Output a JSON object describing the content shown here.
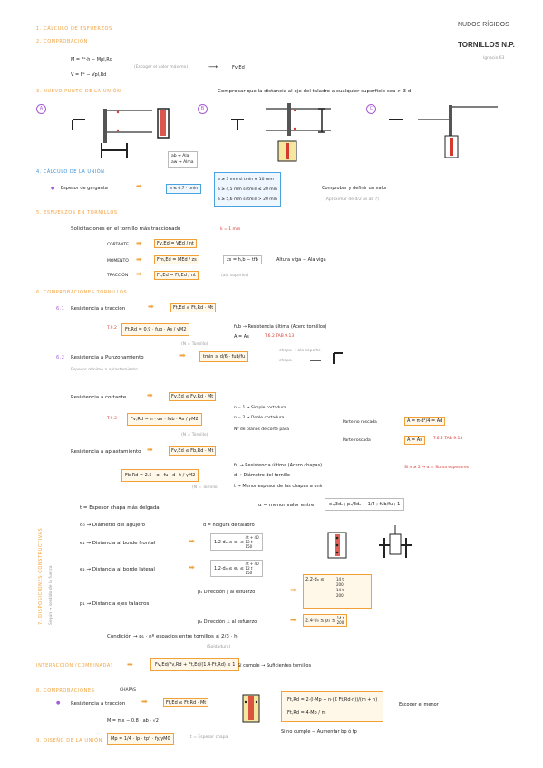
{
  "header": {
    "topic": "NUDOS RÍGIDOS",
    "title": "TORNILLOS N.P.",
    "note": "Ignacio  63"
  },
  "s1": {
    "heading": "1. CÁLCULO DE ESFUERZOS"
  },
  "s2": {
    "heading": "2. COMPROBACIÓN",
    "line1": "M = Fᵉ·h − Mpl,Rd",
    "line2": "V = Fᵉ − Vpl,Rd",
    "hint": "(Escoger el valor máximo)",
    "result": "Fv,Ed"
  },
  "s3": {
    "heading": "3. NUEVO PUNTO DE LA UNIÓN",
    "statement": "Comprobar que la distancia al eje del taladro a cualquier superficie sea > 3 d",
    "options": [
      "A",
      "B",
      "C"
    ],
    "hole_note": [
      "ab → Ala",
      "aw → Alma"
    ]
  },
  "s4": {
    "heading": "4. CÁLCULO DE LA UNIÓN",
    "item_label": "Espesor de garganta",
    "item_box": "a ≤ 0.7 · tmin",
    "rules": [
      "a ≥ 3 mm   si   tmin ≤ 10 mm",
      "a ≥ 4,5 mm  si   tmin ≤ 20 mm",
      "a ≥ 5,6 mm  si   tmin > 20 mm"
    ],
    "note1": "Comprobar y definir un valor",
    "note2": "(Aproximar  de  d/2  as  ab ?)"
  },
  "s5": {
    "heading": "5. ESFUERZOS EN TORNILLOS",
    "statement": "Solicitaciones en el tornillo más traccionado",
    "statement_red": "k = 1 mm",
    "rows": [
      {
        "label": "CORTANTE",
        "formula": "Fv,Ed = VEd / nt"
      },
      {
        "label": "MOMENTO",
        "formula": "Fm,Ed = MEd / zs"
      },
      {
        "label": "TRACCIÓN",
        "formula": "Ft,Ed = Ft,Ed / nt"
      }
    ],
    "z_box": "zs = h,b − tfb",
    "z_note": "Altura viga − Ala viga",
    "z_hint": "(ala superior)"
  },
  "s6": {
    "heading": "6. COMPROBACIONES TORNILLOS",
    "c1": {
      "num": "6.1",
      "label": "Resistencia a tracción",
      "box": "Ft,Ed ≤ Ft,Rd · Mt"
    },
    "tab1": "T.9.2",
    "ft_rd": "Ft,Rd = 0.9 · fub · As / γM2",
    "ft_note1": "fub → Resistencia última (Acero tornillos)",
    "ft_note2": "A = As",
    "ft_note2_red": "T.6.2  TAB 9.13",
    "ft_hint": "(N = Tornillo)",
    "c2": {
      "num": "6.2",
      "label": "Resistencia a Punzonamiento",
      "box": "tmin ≥ d/6 · fub/fu"
    },
    "punz_note": "Espesor mínimo a aplastamiento",
    "chapa_note": [
      "chapa → ala soporte",
      "chapa"
    ],
    "c3": {
      "label": "Resistencia a cortante",
      "box": "Fv,Ed ≤ Fv,Rd · Mt"
    },
    "tab3": "T.9.3",
    "fv_rd": "Fv,Rd = n · αv · fub · As / γM2",
    "fv_hint": "(N = Tornillo)",
    "fv_notes": [
      "n = 1 → Simple cortadura",
      "n = 2 → Doble cortadura",
      "Nº de planos de corte pasa"
    ],
    "fv_cases": [
      {
        "label": "Parte no roscada",
        "box": "A = π·d²/4 = Ad"
      },
      {
        "label": "Parte roscada",
        "box": "A = As",
        "red": "T.6.2  TAB 9.13"
      }
    ],
    "c4": {
      "label": "Resistencia a aplastamiento",
      "box": "Fv,Ed ≤ Fb,Rd · Mt"
    },
    "fb_rd": "Fb,Rd = 2.5 · α · fu · d · t / γM2",
    "fb_hint": "(N = Tornillo)",
    "fb_notes": [
      "fu → Resistencia última (Acero chapas)",
      "d → Diámetro del tornillo",
      "t → Menor espesor de las chapas a unir"
    ],
    "fb_red": "Si n ≥ 2 → α = Suma espesores"
  },
  "s7": {
    "side_heading": "7. DISPOSICIONES CONSTRUCTIVAS",
    "side_sub": "Según → sentido de la fuerza",
    "t_line": "t = Espesor chapa más delgada",
    "alpha_line": "α = menor valor entre",
    "alpha_box": "e₁/3d₀ ; p₁/3d₀ − 1/4 ; fub/fu ; 1",
    "d0_line": "d₀ → Diámetro del agujero",
    "d0_res": "d = holgura de taladro",
    "e1_line": "e₁ → Distancia al borde frontal",
    "e1_box": "1.2·d₀ ≤ e₁ ≤",
    "e1_rules": [
      "4t + 40",
      "12 t",
      "150"
    ],
    "e2_line": "e₂ → Distancia al borde lateral",
    "e2_box": "1.2·d₀ ≤ e₂ ≤",
    "e2_rules": [
      "4t + 40",
      "12 t",
      "150"
    ],
    "p_line": "p₁ → Distancia ejes taladros",
    "p_dir1": "p₁ Dirección ∥ al esfuerzo",
    "p_dir2": "p₂ Dirección ⊥ al esfuerzo",
    "p1_box": "2.2·d₀ ≤",
    "p1_rules": [
      "14 t",
      "200",
      "14 t",
      "200"
    ],
    "p2_box": "2.4·d₀ ≤ p₂ ≤",
    "p2_rules": [
      "14 t",
      "200"
    ],
    "cond": "Condición → p₁ · nº espacios entre tornillos ≤ 2/3 · h",
    "cond_hint": "(Soldadura)"
  },
  "s8": {
    "heading": "INTERACCIÓN (COMBINADA)",
    "box": "Fv,Ed/Fv,Rd + Ft,Ed/(1.4·Ft,Rd) ≤ 1",
    "result": "Si cumple → Suficientes tornillos"
  },
  "s9": {
    "heading": "8. COMPROBACIONES",
    "heading_tail": "CHAPAS",
    "c1": {
      "label": "Resistencia a tracción",
      "box": "Ft,Ed ≤ Ft,Rd · Mt"
    },
    "m_line": "M = mx − 0.8 · ab · √2",
    "eff_box": "Mp = 1/4 · lp · tp² · fy/γM0",
    "eff_hint": "t = Espesor chapa",
    "ft_box": [
      "Ft,Rd = 2·(l·Mp + n·(Σ Ft,Rd·n))/(m + n)",
      "Ft,Rd = 4·Mp / m"
    ],
    "ft_note": "Escoger el menor",
    "ft_res": "Si no cumple → Aumentar bp ó tp"
  },
  "s10": {
    "heading": "9. DISEÑO DE LA UNIÓN"
  }
}
